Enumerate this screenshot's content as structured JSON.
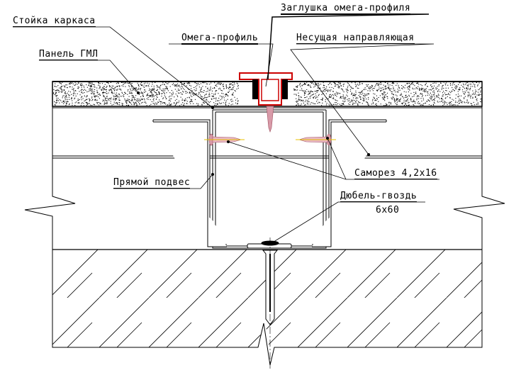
{
  "labels": {
    "stoika": "Стойка каркаса",
    "panel": "Панель ГМЛ",
    "omega_cap": "Заглушка омега-профиля",
    "omega": "Омега-профиль",
    "guide": "Несущая направляющая",
    "hanger": "Прямой подвес",
    "screw": "Саморез 4,2x16",
    "dowel": "Дюбель-гвоздь",
    "dowel_size": "6x60"
  },
  "colors": {
    "line": "#000000",
    "profile": "#cc0000",
    "screw": "#c9909c",
    "accent": "#e8c000"
  }
}
